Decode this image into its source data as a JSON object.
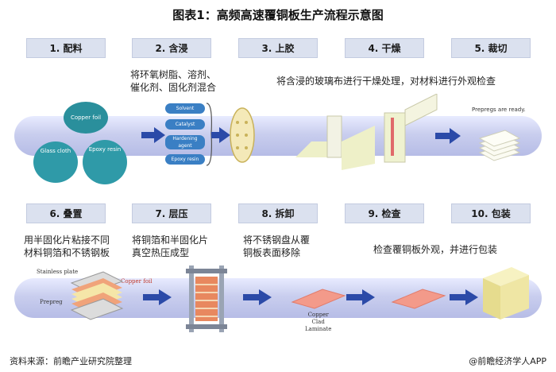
{
  "title": "图表1：高频高速覆铜板生产流程示意图",
  "steps_row1": [
    {
      "label": "1. 配料"
    },
    {
      "label": "2. 含浸"
    },
    {
      "label": "3. 上胶"
    },
    {
      "label": "4. 干燥"
    },
    {
      "label": "5. 裁切"
    }
  ],
  "steps_row2": [
    {
      "label": "6. 叠置"
    },
    {
      "label": "7. 层压"
    },
    {
      "label": "8. 拆卸"
    },
    {
      "label": "9. 检查"
    },
    {
      "label": "10. 包装"
    }
  ],
  "descriptions": {
    "step2": [
      "将环氧树脂、溶剂、",
      "催化剂、固化剂混合"
    ],
    "step3_4": "将含浸的玻璃布进行干燥处理，对材料进行外观检查",
    "step6": [
      "用半固化片粘接不同",
      "材料铜箔和不锈钢板"
    ],
    "step7": [
      "将铜箔和半固化片",
      "真空热压成型"
    ],
    "step8": [
      "将不锈钢盘从覆",
      "铜板表面移除"
    ],
    "step9_10": "检查覆铜板外观，并进行包装"
  },
  "materials": {
    "copper_foil": "Copper foil",
    "glass_cloth": "Glass cloth",
    "epoxy_resin": "Epoxy resin"
  },
  "mix_items": [
    "Solvent",
    "Catalyst",
    "Hardening agent",
    "Epoxy resin"
  ],
  "prepregs_ready": "Prepregs are ready.",
  "layup_labels": {
    "stainless_plate": "Stainless plate",
    "copper_foil": "Copper foil",
    "prepreg": "Prepreg"
  },
  "laminate_label": [
    "Copper",
    "Clad",
    "Laminate"
  ],
  "footer": {
    "source": "资料来源：前瞻产业研究院整理",
    "brand": "@前瞻经济学人APP"
  },
  "colors": {
    "arrow": "#2b4aa8",
    "band": "#c9ceee",
    "box_fill": "#dbe1ef"
  }
}
